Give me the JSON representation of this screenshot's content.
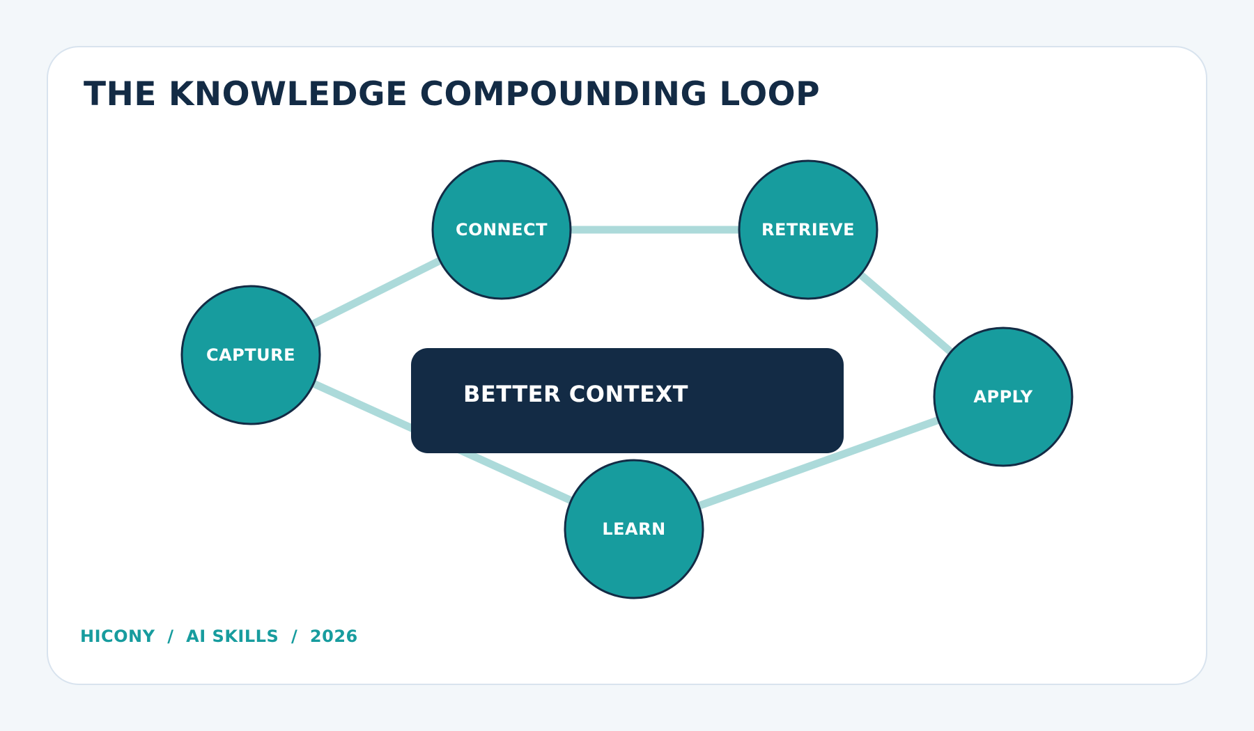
{
  "title": "THE KNOWLEDGE COMPOUNDING LOOP",
  "center_label": "BETTER CONTEXT",
  "nodes": [
    {
      "id": "capture",
      "label": "CAPTURE"
    },
    {
      "id": "connect",
      "label": "CONNECT"
    },
    {
      "id": "retrieve",
      "label": "RETRIEVE"
    },
    {
      "id": "apply",
      "label": "APPLY"
    },
    {
      "id": "learn",
      "label": "LEARN"
    }
  ],
  "edges": [
    {
      "from": "capture",
      "to": "connect"
    },
    {
      "from": "connect",
      "to": "retrieve"
    },
    {
      "from": "retrieve",
      "to": "apply"
    },
    {
      "from": "apply",
      "to": "learn"
    },
    {
      "from": "learn",
      "to": "capture"
    }
  ],
  "footer": "HICONY  /  AI SKILLS  /  2026",
  "colors": {
    "background": "#f3f7fa",
    "card": "#ffffff",
    "navy": "#132b45",
    "teal": "#179c9e",
    "edge": "#acdada"
  }
}
